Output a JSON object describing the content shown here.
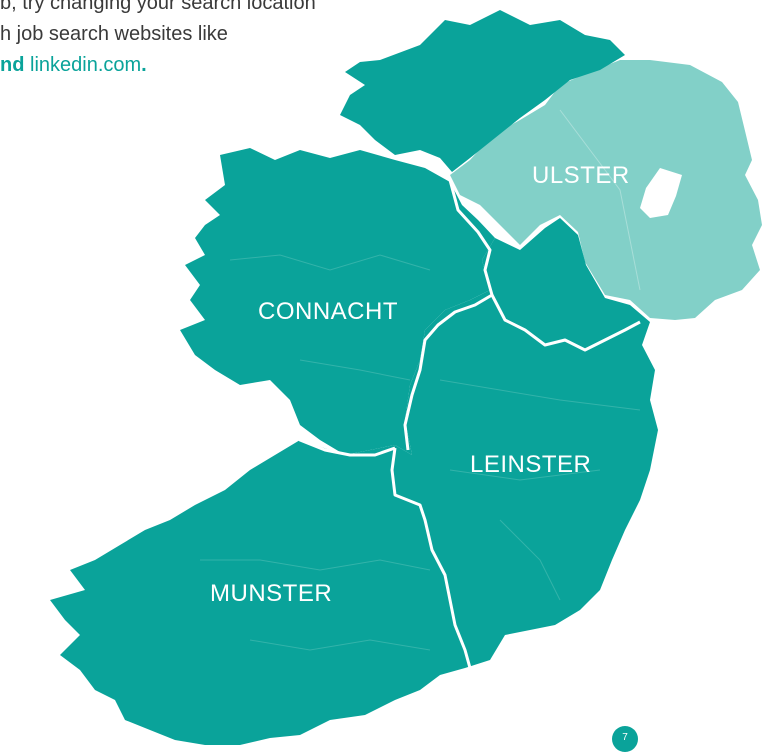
{
  "intro": {
    "line1": "b, try changing your search location",
    "line2": "h job search websites like",
    "line3_bold": "nd",
    "line3_link": "linkedin.com",
    "line3_end": "."
  },
  "map": {
    "colors": {
      "republic": "#0aa39a",
      "ulster_north": "#82d0c8",
      "province_border": "#ffffff",
      "county_border": "#33b3aa"
    },
    "provinces": [
      {
        "name": "ULSTER",
        "label": "ULSTER"
      },
      {
        "name": "CONNACHT",
        "label": "CONNACHT"
      },
      {
        "name": "LEINSTER",
        "label": "LEINSTER"
      },
      {
        "name": "MUNSTER",
        "label": "MUNSTER"
      }
    ]
  },
  "page_number": "7"
}
